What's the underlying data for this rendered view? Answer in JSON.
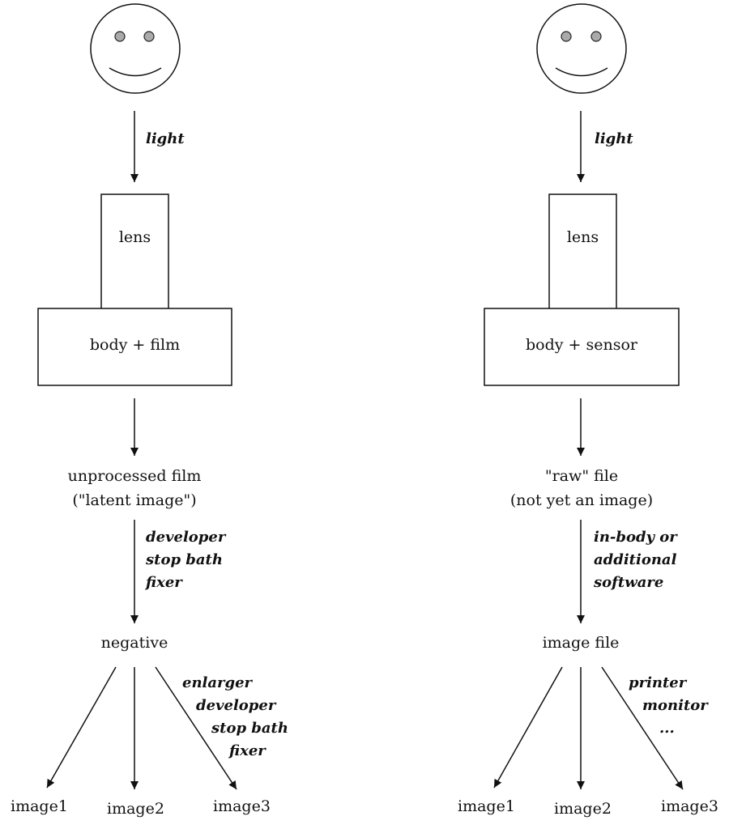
{
  "film": {
    "light_label": "light",
    "lens_label": "lens",
    "body_label": "body + film",
    "intermediate": [
      "unprocessed film",
      "(\"latent image\")"
    ],
    "process_steps": [
      "developer",
      "stop bath",
      "fixer"
    ],
    "output_label": "negative",
    "print_steps": [
      "enlarger",
      "developer",
      "stop bath",
      "fixer"
    ],
    "images": [
      "image1",
      "image2",
      "image3"
    ]
  },
  "digital": {
    "light_label": "light",
    "lens_label": "lens",
    "body_label": "body + sensor",
    "intermediate": [
      "\"raw\" file",
      "(not yet an image)"
    ],
    "process_steps": [
      "in-body or",
      "additional",
      "software"
    ],
    "output_label": "image file",
    "print_steps": [
      "printer",
      "monitor",
      "..."
    ],
    "images": [
      "image1",
      "image2",
      "image3"
    ]
  }
}
